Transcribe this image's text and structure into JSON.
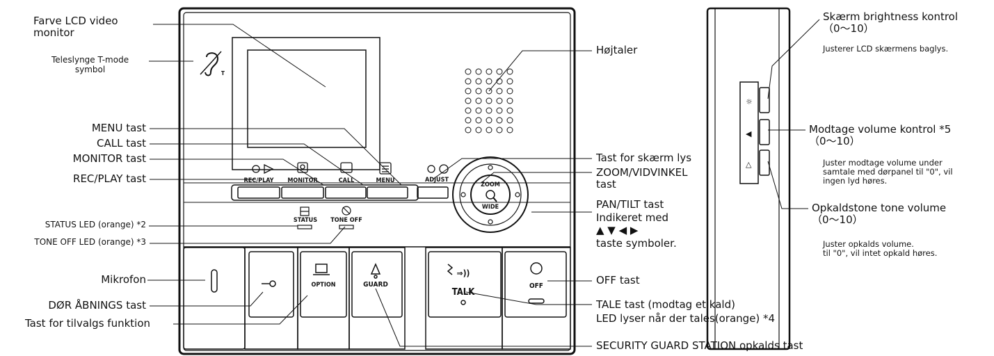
{
  "labels": {
    "lcd_monitor": "Farve LCD video\nmonitor",
    "teleslynge": "Teleslynge T-mode\nsymbol",
    "menu_tast": "MENU tast",
    "call_tast": "CALL tast",
    "monitor_tast": "MONITOR tast",
    "recplay_tast": "REC/PLAY tast",
    "status_led": "STATUS LED (orange) *2",
    "toneoff_led": "TONE OFF LED (orange) *3",
    "mikrofon": "Mikrofon",
    "door_tast": "DØR ÅBNINGS tast",
    "tilvalg_tast": "Tast for tilvalgs funktion",
    "hojtaler": "Højtaler",
    "skaerm_lys": "Tast for skærm lys",
    "zoom_tast": "ZOOM/VIDVINKEL\ntast",
    "pantilt_tast": "PAN/TILT tast\nIndikeret med\n▲ ▼ ◀ ▶\ntaste symboler.",
    "off_tast": "OFF tast",
    "tale_tast": "TALE tast (modtag et kald)\nLED lyser når der tales(orange) *4",
    "security_tast": "SECURITY GUARD STATION opkalds tast",
    "brightness_title": "Skærm brightness kontrol\n（0～10）",
    "brightness_desc": "Justerer LCD skærmens baglys.",
    "volume_title": "Modtage volume kontrol *5\n（0～10）",
    "volume_desc": "Juster modtage volume under\nsamtale med dørpanel til \"0\", vil\ningen lyd høres.",
    "tone_title": "Opkaldstone tone volume\n（0～10）",
    "tone_desc": "Juster opkalds volume.\ntil \"0\", vil intet opkald høres."
  },
  "device": {
    "rec_play": "REC/PLAY",
    "monitor": "MONITOR",
    "call": "CALL",
    "menu": "MENU",
    "adjust": "ADJUST",
    "zoom": "ZOOM",
    "wide": "WIDE",
    "status": "STATUS",
    "tone_off": "TONE OFF",
    "option": "OPTION",
    "guard": "GUARD",
    "talk": "TALK",
    "off": "OFF"
  }
}
